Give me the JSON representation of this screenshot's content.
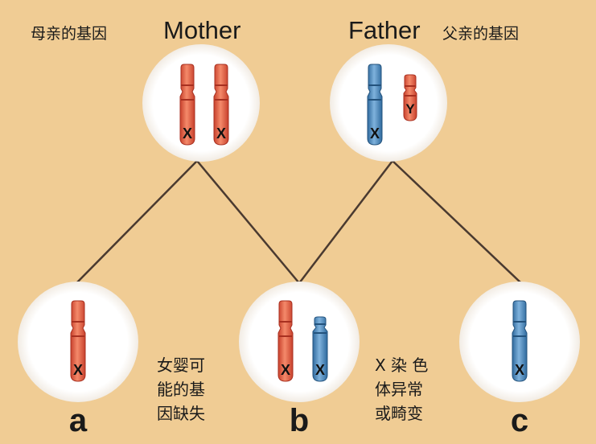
{
  "parents": {
    "mother": {
      "label_en": "Mother",
      "label_cn": "母亲的基因",
      "chromosomes": [
        "X",
        "X"
      ]
    },
    "father": {
      "label_en": "Father",
      "label_cn": "父亲的基因",
      "chromosomes": [
        "X",
        "Y"
      ]
    }
  },
  "offspring": [
    {
      "letter": "a",
      "chromosomes": [
        "X"
      ],
      "note_lines": [
        "女婴可",
        "能的基",
        "因缺失"
      ]
    },
    {
      "letter": "b",
      "chromosomes": [
        "X",
        "X"
      ],
      "note_lines": [
        "X 染 色",
        "体异常",
        "或畸变"
      ]
    },
    {
      "letter": "c",
      "chromosomes": [
        "X"
      ]
    }
  ],
  "colors": {
    "background": "#f0cc94",
    "maternal_chromosome": "#e8604a",
    "paternal_chromosome": "#4f8cbf",
    "line": "#4a3a30"
  }
}
